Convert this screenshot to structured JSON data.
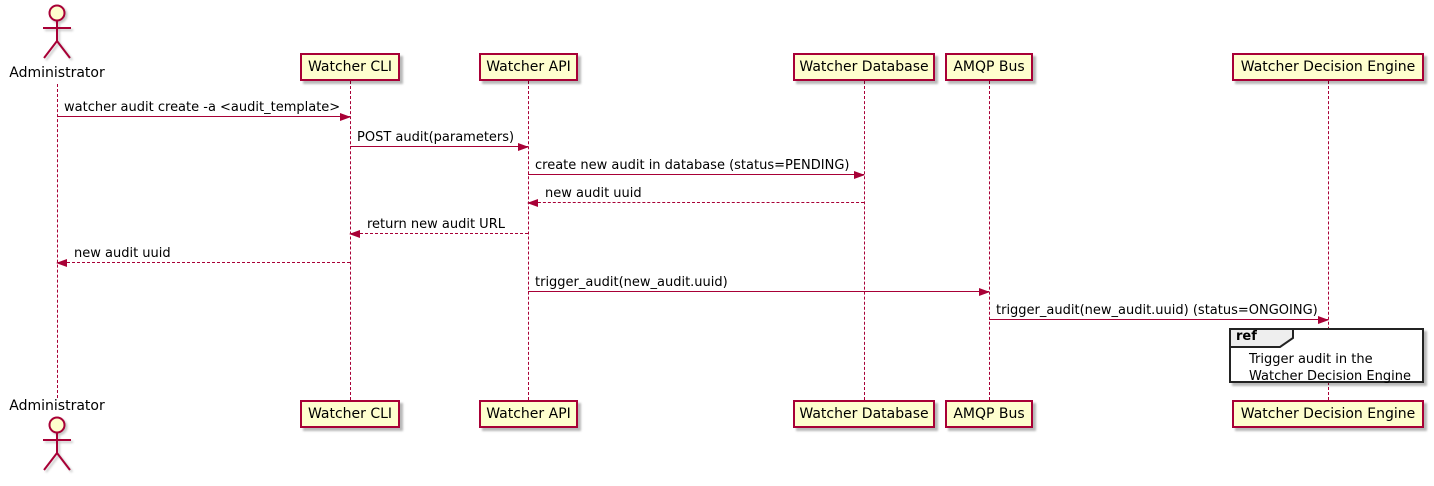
{
  "diagram": {
    "kind": "sequence-diagram",
    "colors": {
      "participant_fill": "#FEFECE",
      "participant_border": "#A80036",
      "arrow": "#A80036",
      "lifeline": "#A80036",
      "text": "#000000",
      "ref_border": "#232323",
      "ref_tab_fill": "#EEEEEE",
      "background": "#FFFFFF"
    }
  },
  "participants": [
    {
      "label": "Administrator",
      "kind": "actor"
    },
    {
      "label": "Watcher CLI",
      "kind": "participant"
    },
    {
      "label": "Watcher API",
      "kind": "participant"
    },
    {
      "label": "Watcher Database",
      "kind": "participant"
    },
    {
      "label": "AMQP Bus",
      "kind": "participant"
    },
    {
      "label": "Watcher Decision Engine",
      "kind": "participant"
    }
  ],
  "messages": [
    {
      "from": "Administrator",
      "to": "Watcher CLI",
      "line": "solid",
      "text": "watcher audit create -a <audit_template>"
    },
    {
      "from": "Watcher CLI",
      "to": "Watcher API",
      "line": "solid",
      "text": "POST audit(parameters)"
    },
    {
      "from": "Watcher API",
      "to": "Watcher Database",
      "line": "solid",
      "text": "create new audit in database (status=PENDING)"
    },
    {
      "from": "Watcher Database",
      "to": "Watcher API",
      "line": "dashed",
      "text": "new audit uuid"
    },
    {
      "from": "Watcher API",
      "to": "Watcher CLI",
      "line": "dashed",
      "text": "return new audit URL"
    },
    {
      "from": "Watcher CLI",
      "to": "Administrator",
      "line": "dashed",
      "text": "new audit uuid"
    },
    {
      "from": "Watcher API",
      "to": "AMQP Bus",
      "line": "solid",
      "text": "trigger_audit(new_audit.uuid)"
    },
    {
      "from": "AMQP Bus",
      "to": "Watcher Decision Engine",
      "line": "solid",
      "text": "trigger_audit(new_audit.uuid) (status=ONGOING)"
    }
  ],
  "fragment": {
    "keyword": "ref",
    "line1": "Trigger audit in the",
    "line2": "Watcher Decision Engine"
  }
}
